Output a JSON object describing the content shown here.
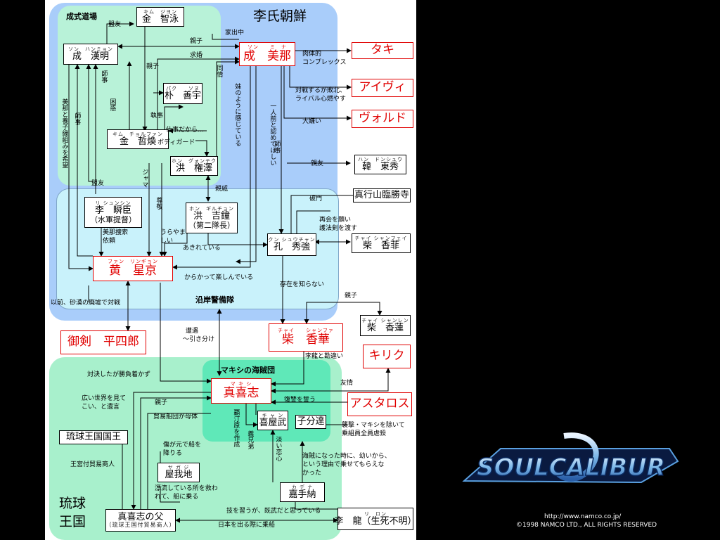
{
  "regions": {
    "joseon": "李氏朝鮮",
    "dojo": "成式道場",
    "coast_guard": "沿岸警備隊",
    "pirates": "マキシの海賊団",
    "ryukyu_line1": "琉球",
    "ryukyu_line2": "王国"
  },
  "nodes": {
    "kim_jiyong": {
      "ruby": "キム　ジヨン",
      "name": "金　智泳"
    },
    "seong_hanmyeong": {
      "ruby": "ソン　ハンミョン",
      "name": "成　漢明"
    },
    "seong_mina": {
      "ruby": "ソン　　ミ　ナ",
      "name": "成　美那"
    },
    "park": {
      "ruby": "パク　　ソヌ",
      "name": "朴　善宇"
    },
    "kim_cheolhwan": {
      "ruby": "キム　チョルファン",
      "name": "金　哲煥"
    },
    "hong_gwontaek": {
      "ruby": "ホン　グォンテク",
      "name": "洪　権澤"
    },
    "han_dongsu": {
      "ruby": "ハン　ドンシュウ",
      "name": "韓　東秀"
    },
    "shingyo": {
      "name": "真行山臨勝寺"
    },
    "lee_sunshin": {
      "ruby": "リ シュンシン",
      "name": "李　瞬臣",
      "sub": "（水軍提督）"
    },
    "hong_giljong": {
      "ruby": "ホン　ギルチョン",
      "name": "洪　吉鐘",
      "sub": "（第二隊長）"
    },
    "kong_xiuqiang": {
      "ruby": "クン シュウチャン",
      "name": "孔　秀強"
    },
    "chai_xiangfei": {
      "ruby": "チャイ シャンフェイ",
      "name": "柴　香菲"
    },
    "hwang": {
      "ruby": "ファン　リンギョン",
      "name": "黄　星京"
    },
    "chai_xianglian": {
      "ruby": "チャイ シャンレン",
      "name": "柴　香蓮"
    },
    "mitsurugi": {
      "name": "御剣　平四郎"
    },
    "chai_xianghua": {
      "ruby": "チャイ　　シャンファ",
      "name": "柴　香華"
    },
    "kilik": {
      "name": "キリク"
    },
    "taki": {
      "name": "タキ"
    },
    "ivy": {
      "name": "アイヴィ"
    },
    "voldo": {
      "name": "ヴォルド"
    },
    "maxi": {
      "ruby": "マ キ シ",
      "name": "真喜志"
    },
    "astaroth": {
      "name": "アスタロス"
    },
    "kyanbu": {
      "ruby": "キ ャ ン",
      "name": "喜屋武"
    },
    "kobuntachi": {
      "name": "子分達"
    },
    "ryukyu_king": {
      "name": "琉球王国国王"
    },
    "yaji": {
      "ruby": "ヤ ガ ジ",
      "name": "屋我地"
    },
    "kadena": {
      "ruby": "カ デ ナ",
      "name": "嘉手納"
    },
    "maxi_father": {
      "name": "真喜志の父",
      "sub": "（琉球王国付貿易商人）"
    },
    "li_long": {
      "ruby": "リ　ロン",
      "name": "李　龍（生死不明）"
    }
  },
  "labels": {
    "akuyu": "盟友",
    "oyako": "親子",
    "iedechu": "家出中",
    "kyukon": "求婚",
    "oyako2": "親子",
    "dojo": "同情",
    "shiji": "師事",
    "konwaku": "困惑",
    "shiji2": "師事",
    "shitsuji": "執事",
    "shigoto": "仕事だから…",
    "bodyguard": "ボディガード",
    "mina_yoshi": "美那と養子縁組みを希望",
    "shiji3": "師事",
    "imouto": "妹のように感じている",
    "ichinin": "一人前と認めてほしい",
    "shiji4": "師事",
    "jama": "ジャマ",
    "sonkei": "尊敬",
    "meiyu2": "盟友",
    "shinseki": "親戚",
    "shinyu": "親友",
    "hamon": "破門",
    "saikai": "再会を願い",
    "goho": "護法剣を渡す",
    "nikutai": "肉体的",
    "complex": "コンプレックス",
    "taisen": "対戦するが敗北、",
    "rival": "ライバル心燃やす",
    "daikirai": "大嫌い",
    "bijutsu": "美那捜索",
    "irai": "依頼",
    "urayama": "うらやま",
    "shii": "しい",
    "akirete": "あきれている",
    "karakatte": "からかって楽しんでいる",
    "sonzai": "存在を知らない",
    "oyako3": "親子",
    "sabaku": "以前、砂漠の廃墟で対戦",
    "sogu": "遭遇",
    "hikiwake": "～引き分け",
    "rimata": "李龍と勘違い",
    "yujo": "友情",
    "taiketsu": "対決したが勝負着かず",
    "hiroi": "広い世界を見て",
    "koi": "こい、と遺言",
    "oyako4": "親子",
    "fukushu": "復讐を誓う",
    "shugeki": "襲撃・マキシを除いて",
    "zenin": "乗組員全員虐殺",
    "boeki": "貿易船団が母体",
    "kizu": "傷が元で船を",
    "oriru": "降りる",
    "hotei": "覇汀原を作成",
    "gikyodai": "義兄弟",
    "awai": "淡い恋心",
    "kaizoku": "海賊になった時に、幼いから、",
    "riyu": "という理由で乗せてもらえな",
    "katta": "かった",
    "hyoryu": "漂流している所を救わ",
    "fune": "れて、船に乗る",
    "omiyage": "王宮付貿易商人",
    "waza": "技を習うが、既武だと思っている",
    "nihon": "日本を出る際に乗船"
  },
  "footer": {
    "logo": "SOULCALIBUR",
    "url": "http://www.namco.co.jp/",
    "copyright": "©1998 NAMCO LTD., ALL RIGHTS RESERVED"
  },
  "colors": {
    "joseon": "#a9cdfa",
    "dojo": "#b8f2d8",
    "coast_guard": "#c9f2fb",
    "ryukyu": "#a8f0cc",
    "pirates": "#5fe8b8",
    "highlight": "#e00000"
  }
}
